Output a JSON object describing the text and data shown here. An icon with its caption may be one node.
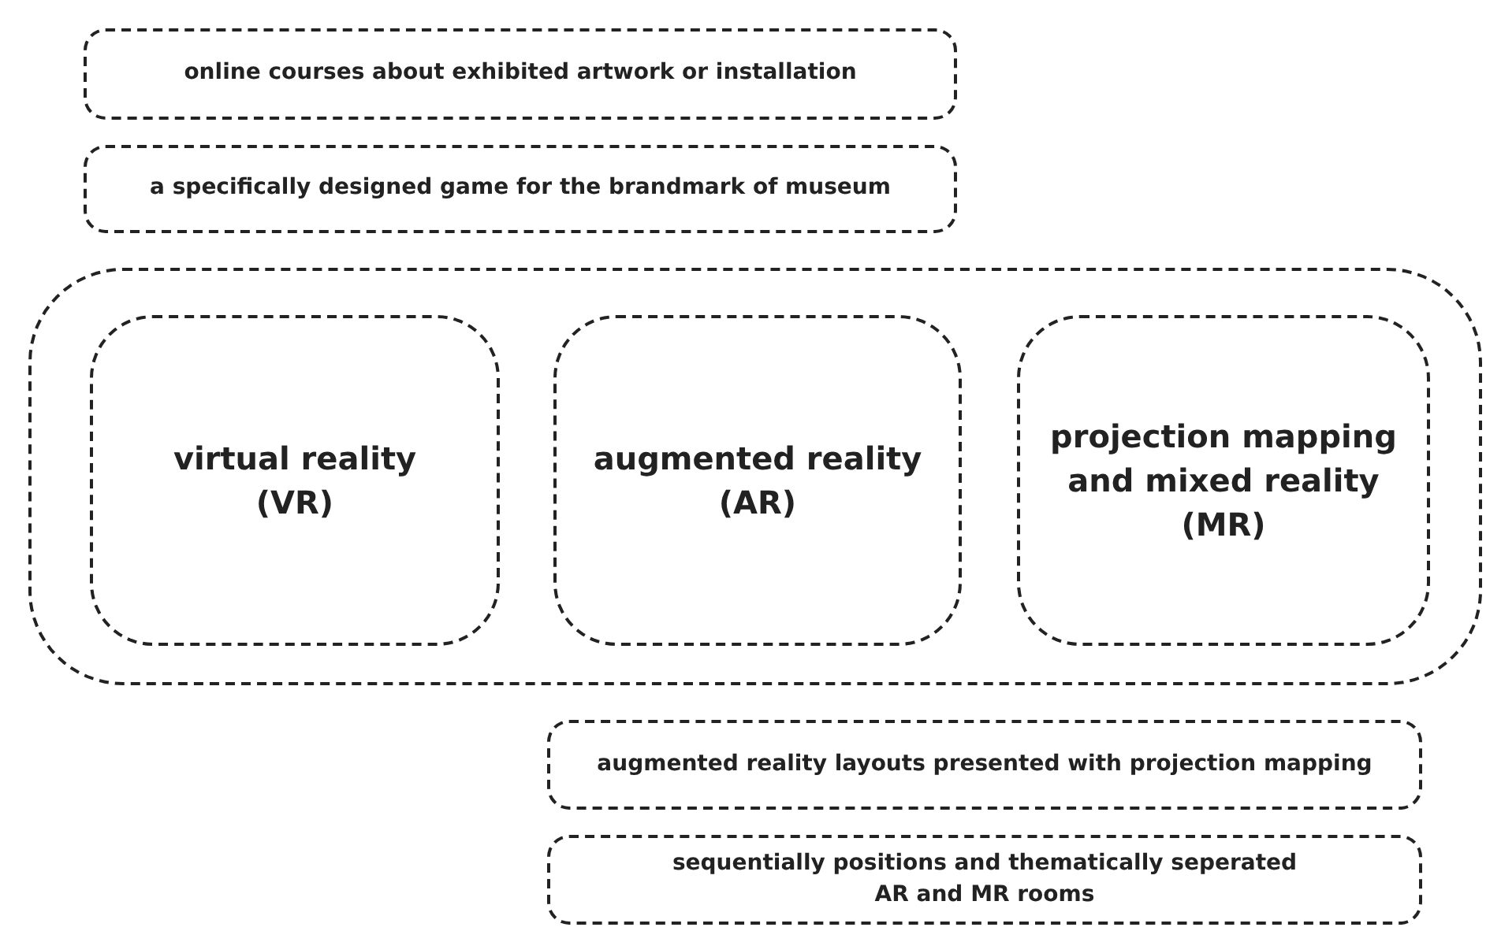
{
  "diagram": {
    "nodes": [
      {
        "text": [
          "online courses about exhibited artwork or installation"
        ]
      },
      {
        "text": [
          "a specifically designed game for the brandmark of museum"
        ]
      },
      {
        "text": [],
        "shape": "box"
      },
      {
        "text": [
          "virtual reality (VR)"
        ],
        "in": 2
      },
      {
        "text": [
          "augmented reality (AR)"
        ],
        "in": 2
      },
      {
        "text": [
          "projection mapping and mixed reality (MR)"
        ],
        "in": 2
      },
      {
        "text": [
          "augmented reality layouts presented with projection mapping"
        ]
      },
      {
        "text": [
          "sequentially positions and thematically seperated AR and MR rooms"
        ]
      }
    ],
    "edges": []
  }
}
